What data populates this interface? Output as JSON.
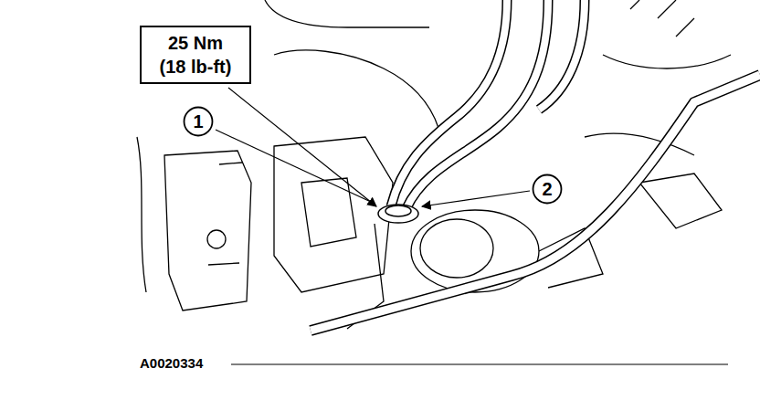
{
  "diagram": {
    "nodes": [
      {
        "text": [
          "25 Nm (18 lb-ft)"
        ]
      },
      {
        "text": [
          "1"
        ]
      },
      {
        "text": [
          "2"
        ]
      }
    ],
    "labels": [
      "A0020334"
    ]
  }
}
